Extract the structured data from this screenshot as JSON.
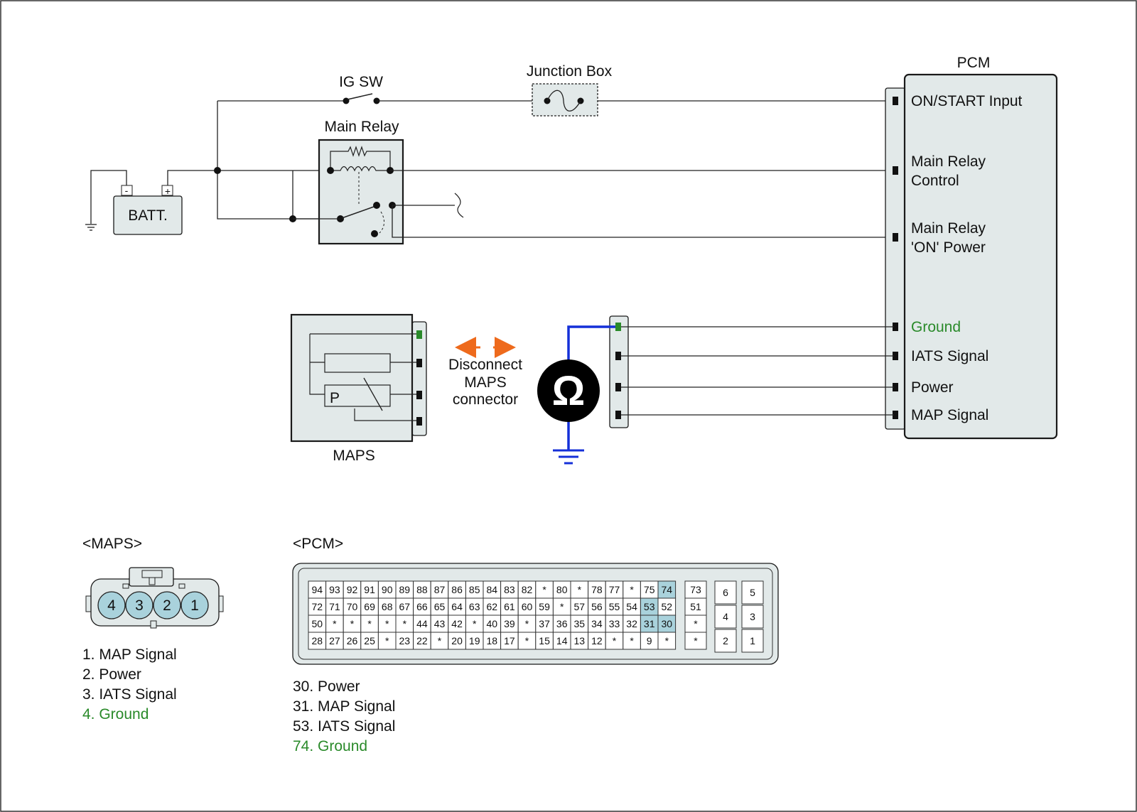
{
  "labels": {
    "ig_sw": "IG SW",
    "junction_box": "Junction Box",
    "main_relay": "Main Relay",
    "batt": "BATT.",
    "batt_minus": "-",
    "batt_plus": "+",
    "pcm": "PCM",
    "maps": "MAPS",
    "maps_p": "P",
    "ohm": "Ω",
    "disconnect": [
      "Disconnect",
      "MAPS",
      "connector"
    ]
  },
  "pcm_pins": [
    {
      "lines": [
        "ON/START Input"
      ],
      "green": false
    },
    {
      "lines": [
        "Main Relay",
        "Control"
      ],
      "green": false
    },
    {
      "lines": [
        "Main Relay",
        "'ON' Power"
      ],
      "green": false
    },
    {
      "lines": [
        "Ground"
      ],
      "green": true
    },
    {
      "lines": [
        "IATS Signal"
      ],
      "green": false
    },
    {
      "lines": [
        "Power"
      ],
      "green": false
    },
    {
      "lines": [
        "MAP Signal"
      ],
      "green": false
    }
  ],
  "maps_connector": {
    "title": "<MAPS>",
    "pins": [
      "4",
      "3",
      "2",
      "1"
    ],
    "legend": [
      {
        "text": "1. MAP Signal",
        "green": false
      },
      {
        "text": "2. Power",
        "green": false
      },
      {
        "text": "3. IATS Signal",
        "green": false
      },
      {
        "text": "4. Ground",
        "green": true
      }
    ]
  },
  "pcm_connector": {
    "title": "<PCM>",
    "main_grid": [
      [
        "94",
        "93",
        "92",
        "91",
        "90",
        "89",
        "88",
        "87",
        "86",
        "85",
        "84",
        "83",
        "82",
        "*",
        "80",
        "*",
        "78",
        "77",
        "*",
        "75",
        "74"
      ],
      [
        "72",
        "71",
        "70",
        "69",
        "68",
        "67",
        "66",
        "65",
        "64",
        "63",
        "62",
        "61",
        "60",
        "59",
        "*",
        "57",
        "56",
        "55",
        "54",
        "53",
        "52"
      ],
      [
        "50",
        "*",
        "*",
        "*",
        "*",
        "*",
        "44",
        "43",
        "42",
        "*",
        "40",
        "39",
        "*",
        "37",
        "36",
        "35",
        "34",
        "33",
        "32",
        "31",
        "30"
      ],
      [
        "28",
        "27",
        "26",
        "25",
        "*",
        "23",
        "22",
        "*",
        "20",
        "19",
        "18",
        "17",
        "*",
        "15",
        "14",
        "13",
        "12",
        "*",
        "*",
        "9",
        "*"
      ]
    ],
    "highlighted": [
      "74",
      "53",
      "31",
      "30"
    ],
    "mid_column": [
      "73",
      "51",
      "*",
      "*"
    ],
    "right_block": [
      [
        "6",
        "5"
      ],
      [
        "4",
        "3"
      ],
      [
        "2",
        "1"
      ]
    ],
    "legend": [
      {
        "text": "30. Power",
        "green": false
      },
      {
        "text": "31. MAP Signal",
        "green": false
      },
      {
        "text": "53. IATS Signal",
        "green": false
      },
      {
        "text": "74. Ground",
        "green": true
      }
    ]
  },
  "colors": {
    "accent_green": "#2a8a2a",
    "meter_wire": "#1530d8",
    "arrow_orange": "#ee6a1c",
    "highlight_cell": "#a9d2dc",
    "panel_fill": "#e2e9e9"
  }
}
